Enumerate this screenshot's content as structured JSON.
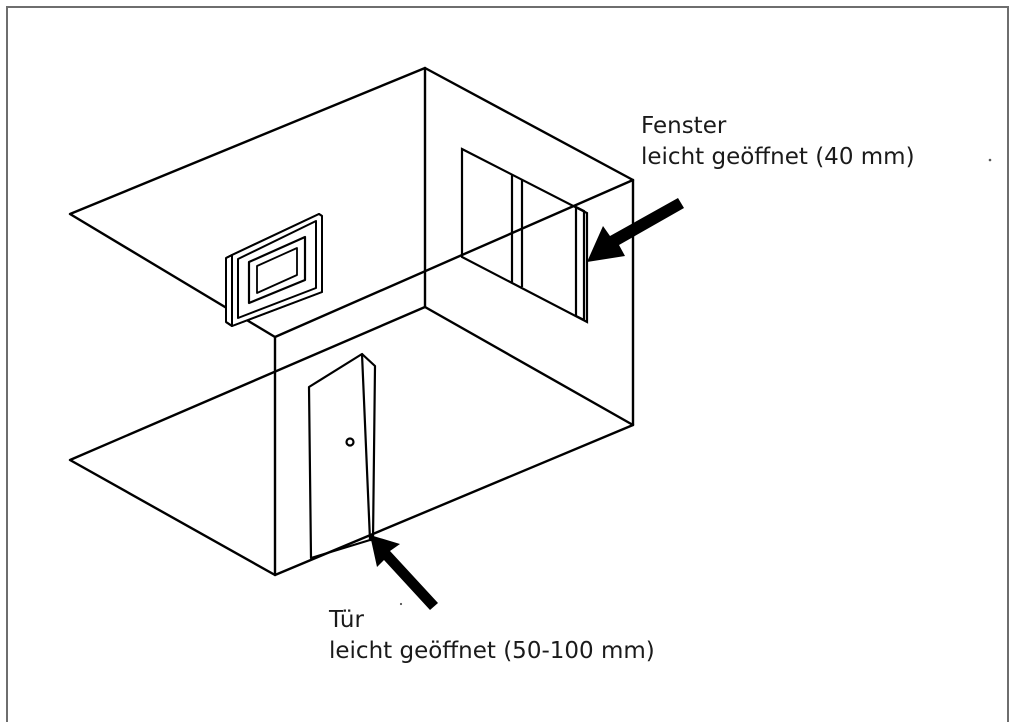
{
  "diagram": {
    "subject": "room",
    "line_color": "#000000",
    "background": "#ffffff",
    "border_color": "#6e6e6e",
    "labels": {
      "window_title": "Fenster",
      "window_detail": "leicht geöffnet (40 mm)",
      "door_title": "Tür",
      "door_detail": "leicht geöffnet (50-100 mm)"
    },
    "icons": [
      "wall-heater-icon",
      "window-icon",
      "door-icon",
      "arrow-icon"
    ]
  }
}
